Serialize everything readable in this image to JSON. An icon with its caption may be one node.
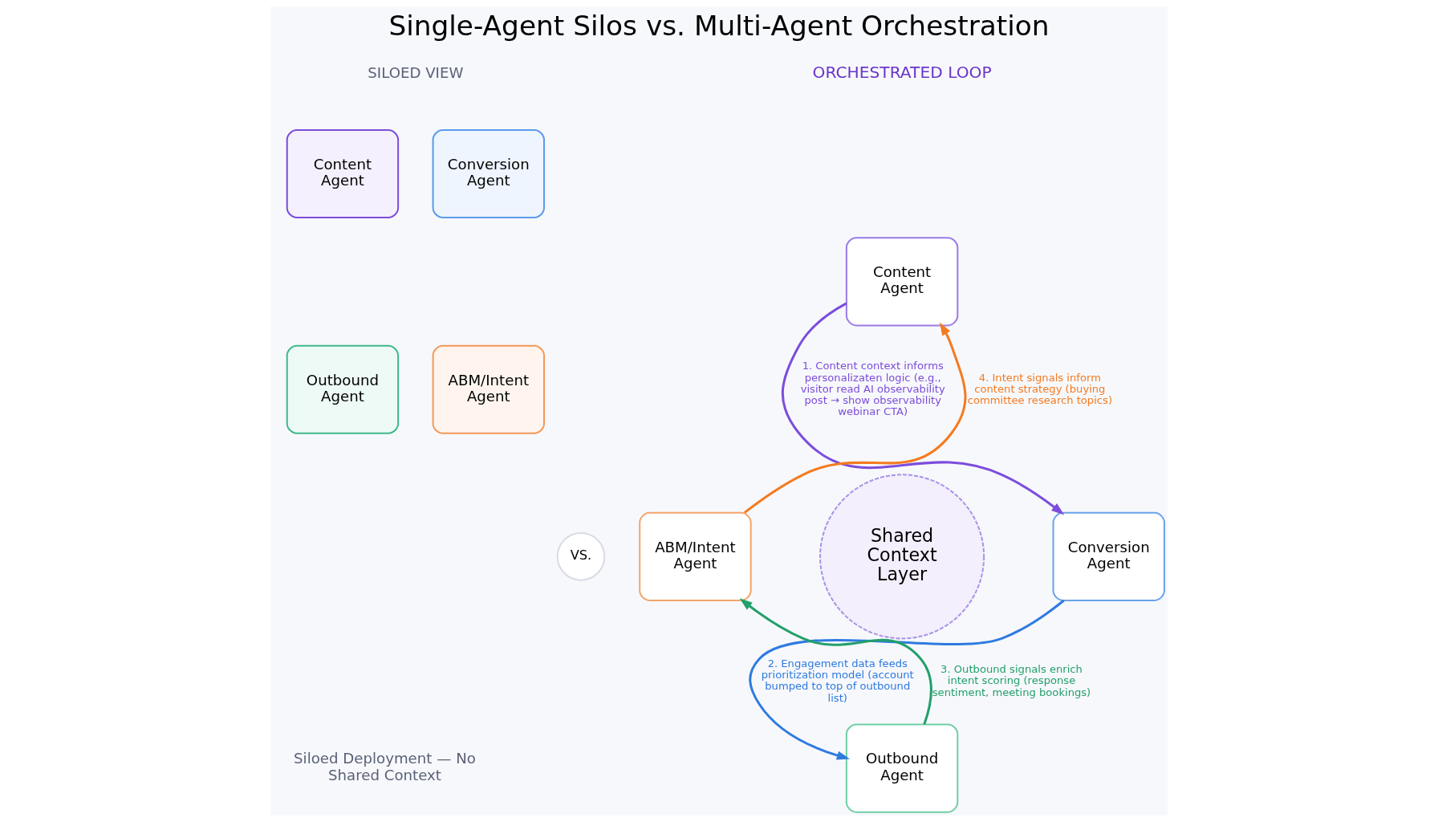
{
  "diagram": {
    "title": "Single-Agent Silos vs. Multi-Agent Orchestration",
    "nodes": [
      {
        "text": [
          "Content Agent"
        ]
      },
      {
        "text": [
          "Conversion Agent"
        ]
      },
      {
        "text": [
          "Outbound Agent"
        ]
      },
      {
        "text": [
          "ABM/Intent Agent"
        ]
      },
      {
        "text": [
          "VS."
        ]
      },
      {
        "text": [
          "Content Agent"
        ]
      },
      {
        "text": [
          "Conversion Agent"
        ]
      },
      {
        "text": [
          "Outbound Agent"
        ]
      },
      {
        "text": [
          "ABM/Intent Agent"
        ]
      },
      {
        "text": [
          "Shared Context Layer"
        ]
      }
    ],
    "edges": [
      {
        "from": 5,
        "to": 6,
        "arrow": "to",
        "color": "#7c4ddb",
        "label": "1. Content context informs personalizaten logic (e.g., visitor read AI observability post → show observability webinar CTA)"
      },
      {
        "from": 6,
        "to": 7,
        "arrow": "to",
        "color": "#2f7be0",
        "label": "2. Engagement data feeds prioritization model (account bumped to top of outbound list)"
      },
      {
        "from": 7,
        "to": 8,
        "arrow": "to",
        "color": "#22a06b",
        "label": "3. Outbound signals enrich intent scoring (response sentiment, meeting bookings)"
      },
      {
        "from": 8,
        "to": 5,
        "arrow": "to",
        "color": "#f47b20",
        "label": "4. Intent signals inform content strategy (buying committee research topics)"
      }
    ],
    "labels": [
      "SILOED VIEW",
      "ORCHESTRATED LOOP",
      "Siloed Deployment — No Shared Context"
    ]
  }
}
